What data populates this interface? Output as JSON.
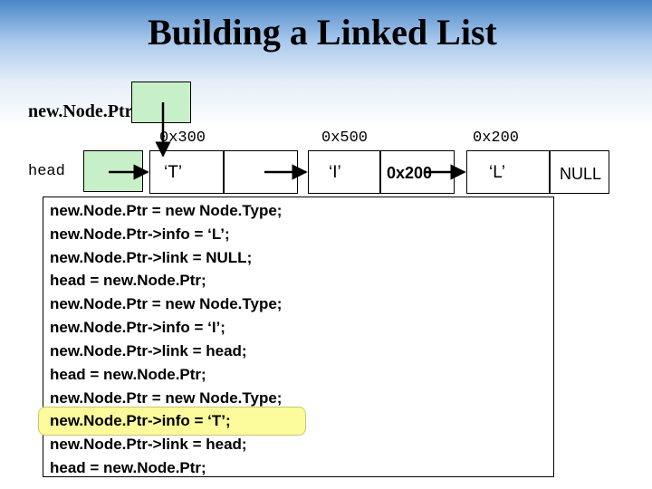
{
  "title": "Building a Linked List",
  "diagram": {
    "newnodeptr_label": "new.Node.Ptr",
    "head_label": "head",
    "addresses": [
      "0x300",
      "0x500",
      "0x200"
    ],
    "nodes": [
      {
        "info": "‘T’",
        "link": ""
      },
      {
        "info": "‘I’",
        "link": "0x200"
      },
      {
        "info": "‘L’",
        "link": "NULL"
      }
    ]
  },
  "code": [
    "new.Node.Ptr = new Node.Type;",
    "new.Node.Ptr->info = ‘L’;",
    "new.Node.Ptr->link = NULL;",
    "head = new.Node.Ptr;",
    "new.Node.Ptr = new Node.Type;",
    "new.Node.Ptr->info = ‘I’;",
    "new.Node.Ptr->link = head;",
    "head = new.Node.Ptr;",
    "new.Node.Ptr = new Node.Type;",
    "new.Node.Ptr->info = ‘T’;",
    "new.Node.Ptr->link = head;",
    "head = new.Node.Ptr;"
  ],
  "highlighted_line": 9,
  "colors": {
    "pointer_box": "#c8f0c8",
    "highlight": "#fbfb9c",
    "header_blue": "#4a86c8"
  }
}
